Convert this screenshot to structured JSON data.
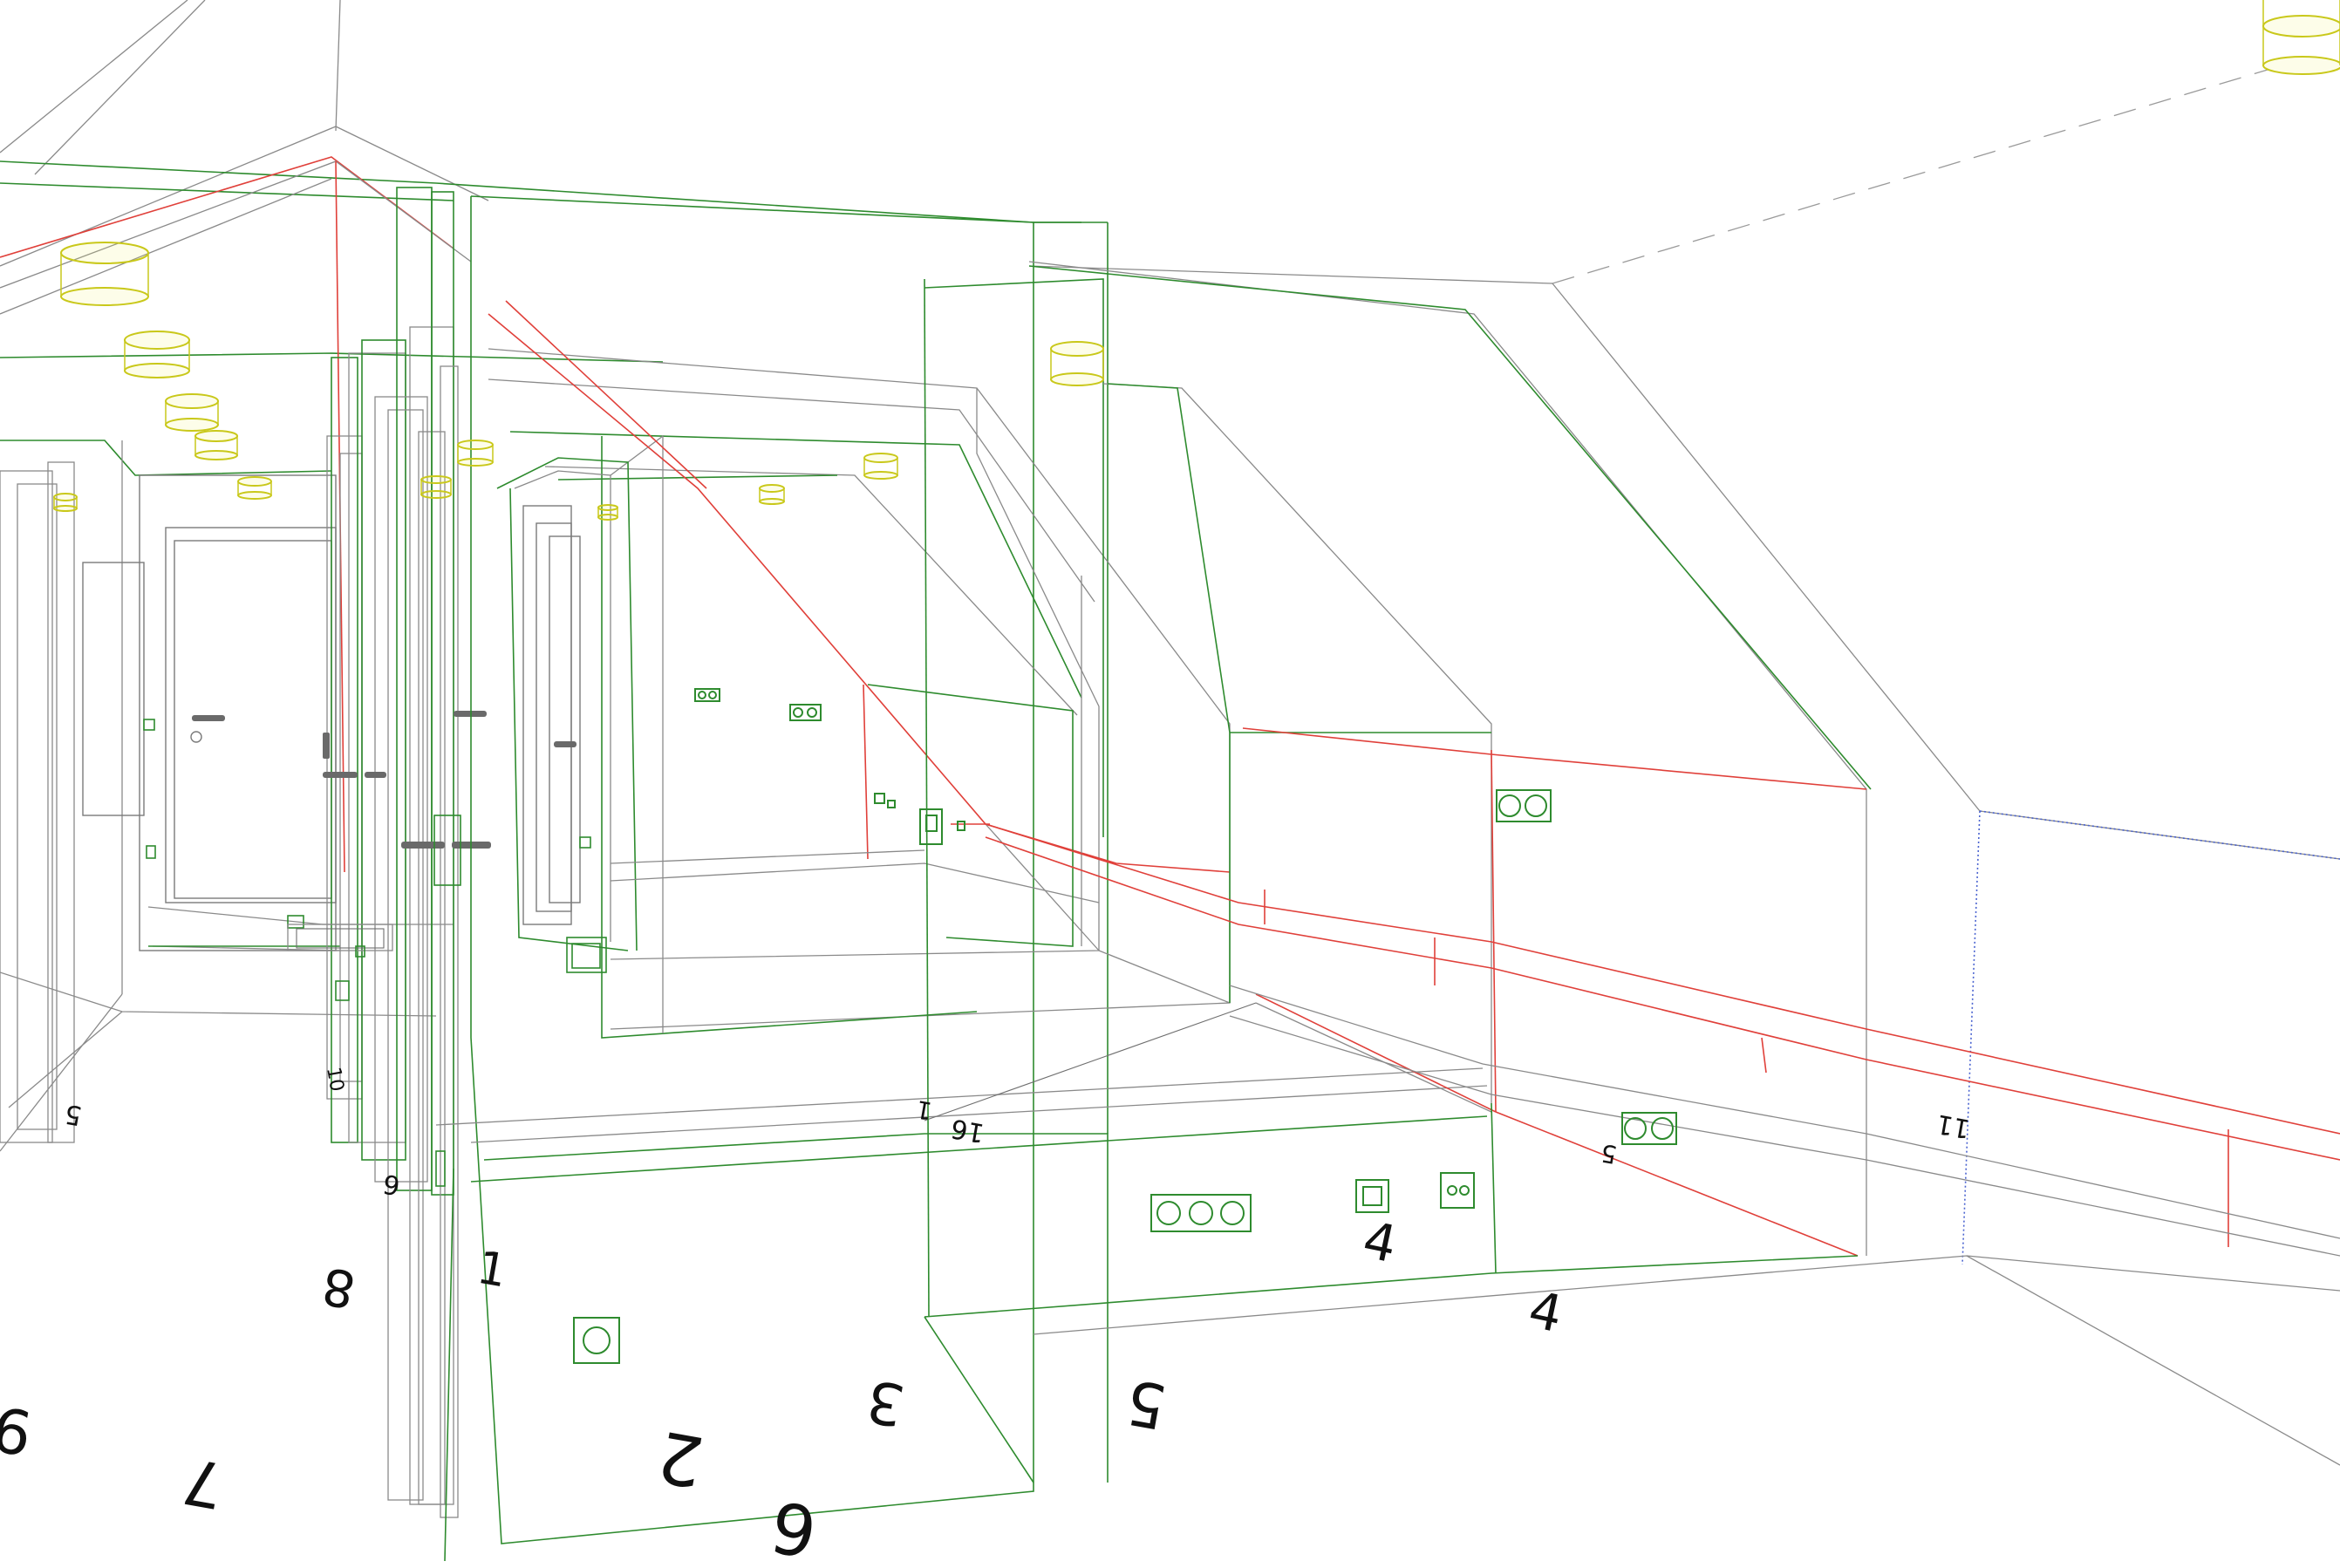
{
  "scene": {
    "colors": {
      "wall_outline": "#2e8b2e",
      "cable": "#e0403a",
      "geometry": "#8a8a8a",
      "light_fixture": "#c9c81a",
      "axis": "#4a63d0",
      "background": "#ffffff"
    }
  },
  "dimension_labels": {
    "l1": "1",
    "l2": "2",
    "l3": "3",
    "l4a": "4",
    "l4b": "4",
    "l5a": "5",
    "l5b": "5",
    "l6": "6",
    "l6b": "6",
    "l7": "7",
    "l8": "8",
    "l9": "9",
    "l10": "10",
    "l11": "11",
    "l16": "16",
    "l1b": "1",
    "l5c": "5"
  },
  "fixtures": {
    "socket_icon": "wall-socket-icon",
    "light_icon": "ceiling-light-icon"
  }
}
